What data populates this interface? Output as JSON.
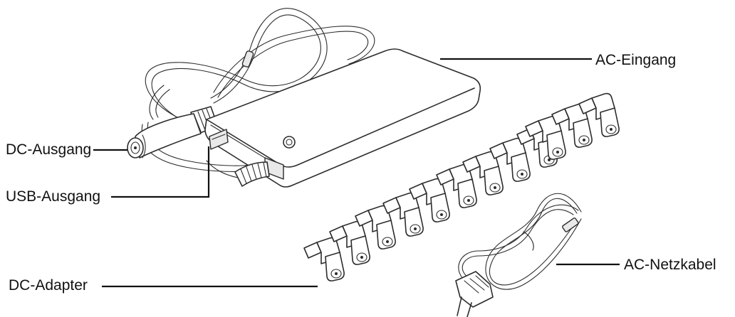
{
  "labels": {
    "ac_input": "AC-Eingang",
    "dc_output": "DC-Ausgang",
    "usb_output": "USB-Ausgang",
    "dc_adapter": "DC-Adapter",
    "ac_power_cable": "AC-Netzkabel"
  },
  "icons": {
    "adapter": "power-adapter-illustration",
    "tips": "dc-tip-connector",
    "cable": "ac-power-cable-illustration"
  },
  "colors": {
    "line": "#111111",
    "outline": "#2c2c2c",
    "fill": "#ffffff"
  },
  "dc_tip_count": 12
}
